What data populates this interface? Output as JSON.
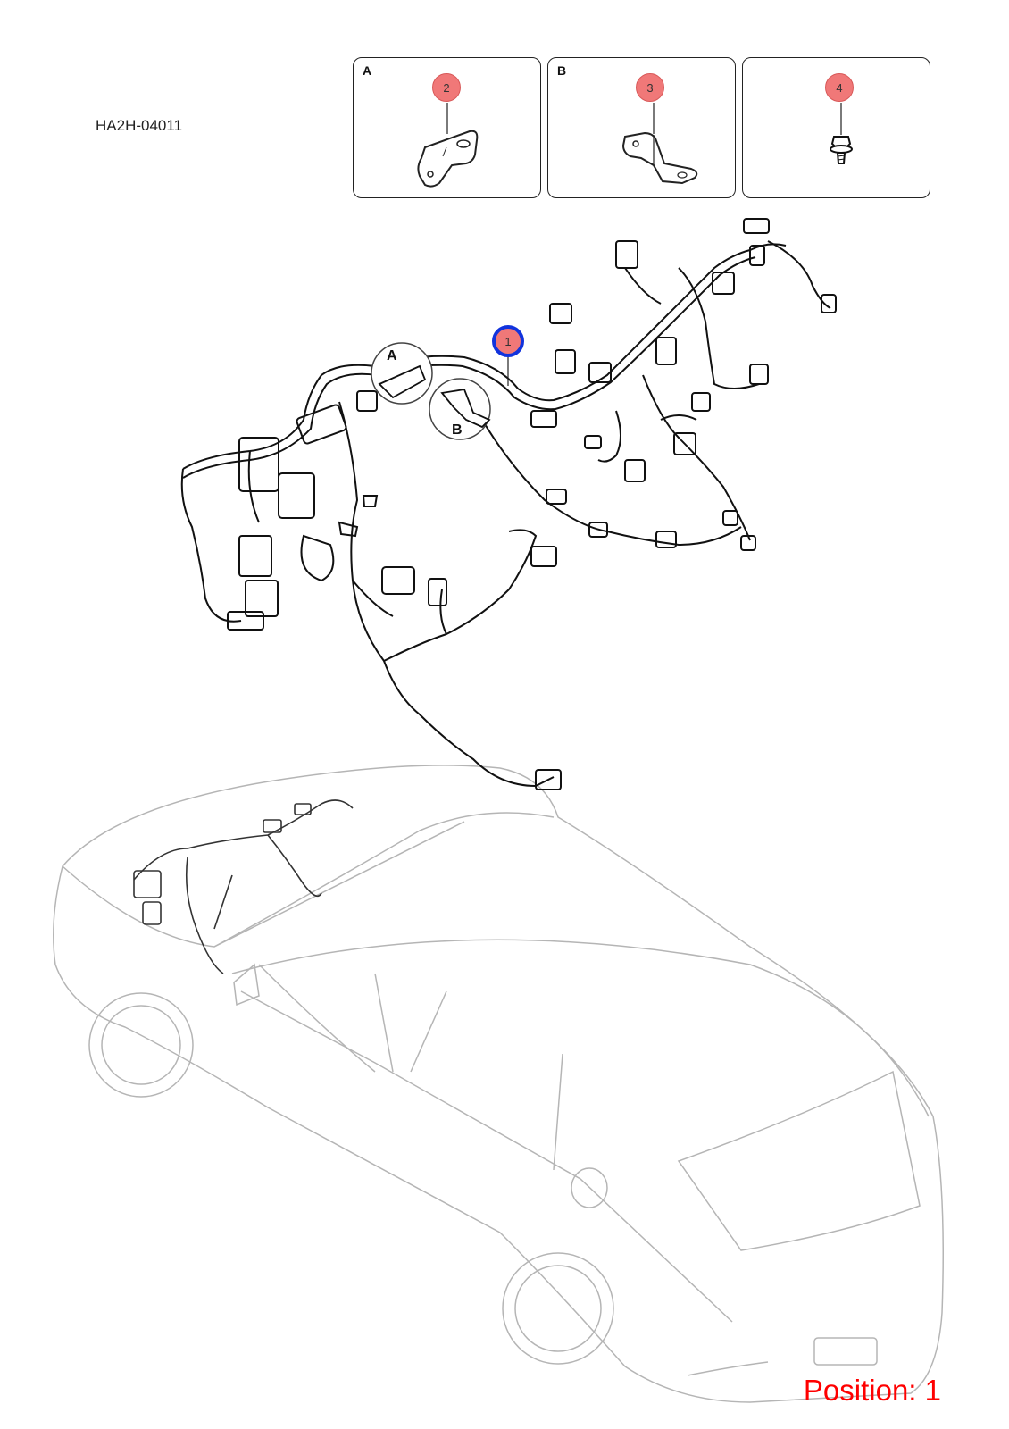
{
  "diagram_code": "HA2H-04011",
  "detail_panels": [
    {
      "letter": "A",
      "callout": "2"
    },
    {
      "letter": "B",
      "callout": "3"
    },
    {
      "letter": "",
      "callout": "4"
    }
  ],
  "main_callout": "1",
  "main_labels": {
    "a": "A",
    "b": "B"
  },
  "position_text": "Position: 1",
  "colors": {
    "callout_fill": "#f07878",
    "selected_ring": "#1133dd",
    "position_text": "#ff0000"
  }
}
